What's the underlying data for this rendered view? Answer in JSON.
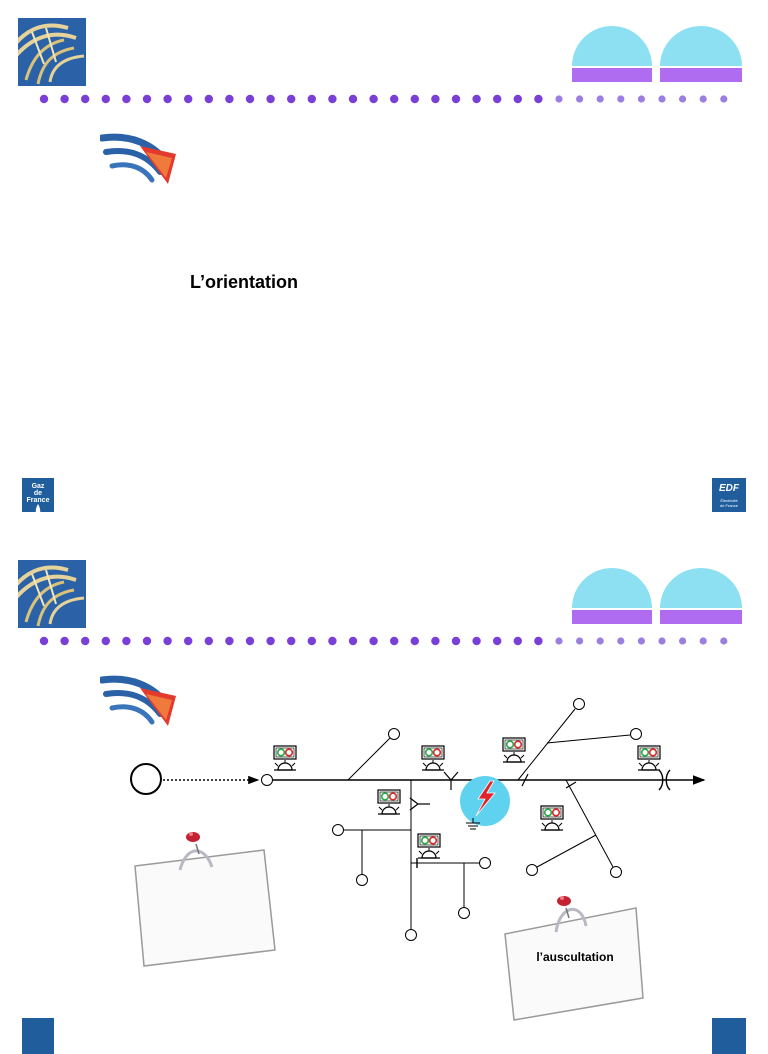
{
  "slides": [
    {
      "title": "L’orientation",
      "left_brand": {
        "text": "Gaz\nde\nFrance"
      },
      "right_brand": {
        "text": "EDF",
        "sub": "Électricité\nde France"
      }
    },
    {
      "note_right": "l’auscultation",
      "note_left": ""
    }
  ],
  "colors": {
    "dome_blue": "#8de0f2",
    "dome_purple": "#b06cf0",
    "dot_purple": "#7a3fd6",
    "brand_blue": "#1f5d9d",
    "fault_circle": "#5fd2f0",
    "fault_bolt": "#e0242a",
    "indicator_green": "#2aa84a",
    "indicator_red": "#e0242a"
  },
  "icons": [
    "corner-logo-icon",
    "section-arrow-icon",
    "dome-icon",
    "lightning-bolt-icon",
    "pushpin-icon",
    "fault-indicator-icon",
    "ground-icon",
    "breaker-icon"
  ]
}
